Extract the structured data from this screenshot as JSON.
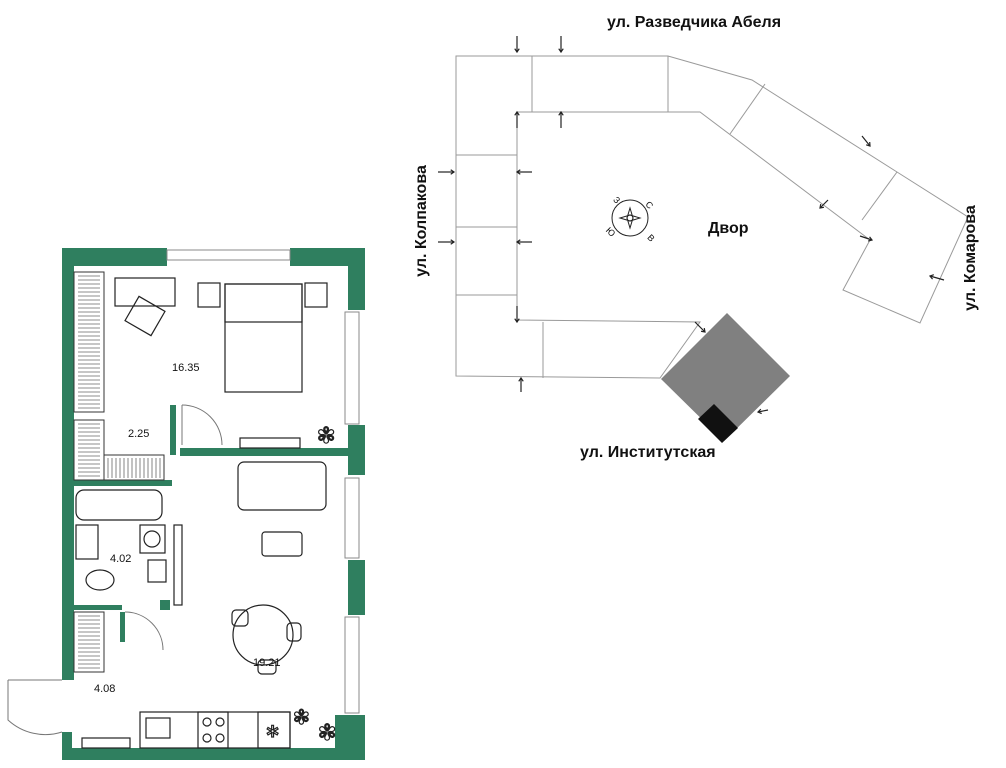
{
  "floor_plan": {
    "rooms": [
      {
        "id": "bedroom",
        "area": "16.35"
      },
      {
        "id": "wardrobe",
        "area": "2.25"
      },
      {
        "id": "bathroom",
        "area": "4.02"
      },
      {
        "id": "hall",
        "area": "4.08"
      },
      {
        "id": "living-kitchen",
        "area": "19.21"
      }
    ]
  },
  "site_plan": {
    "streets": {
      "north": "ул. Разведчика Абеля",
      "west": "ул. Колпакова",
      "east": "ул. Комарова",
      "south": "ул. Институтская"
    },
    "yard_label": "Двор",
    "compass": [
      "С",
      "В",
      "Ю",
      "З"
    ]
  },
  "colors": {
    "wall": "#2f7f5f",
    "highlighted_building": "#808080",
    "entrance_marker": "#111111",
    "outline": "#9a9a9a"
  }
}
